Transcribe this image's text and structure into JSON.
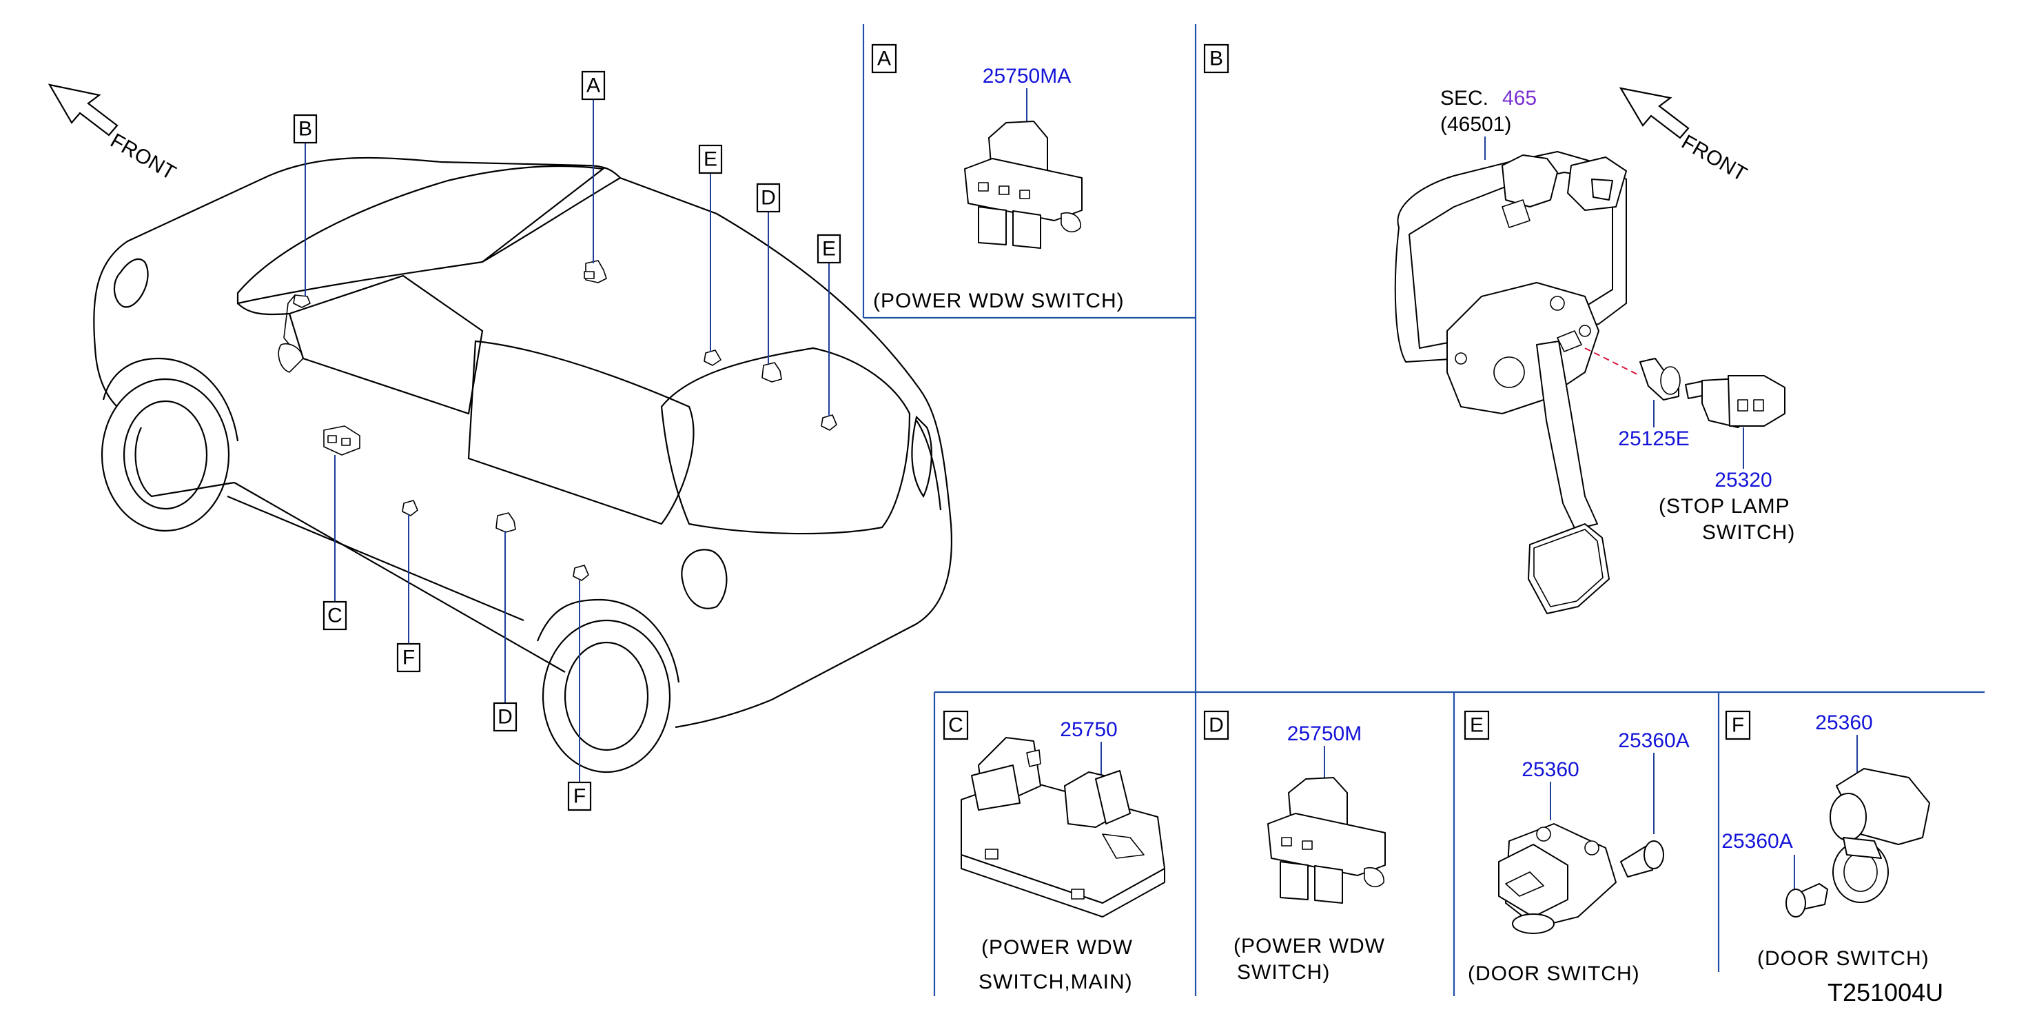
{
  "diagram": {
    "code": "T251004U",
    "front_label": "FRONT",
    "callouts": [
      "A",
      "B",
      "C",
      "D",
      "E",
      "F"
    ]
  },
  "panel_a": {
    "label": "A",
    "part_number": "25750MA",
    "caption": "(POWER   WDW   SWITCH)"
  },
  "panel_b": {
    "label": "B",
    "sec_prefix": "SEC.",
    "sec_number": "465",
    "sec_sub": "(46501)",
    "front_label": "FRONT",
    "part_1": "25125E",
    "part_2": "25320",
    "caption_line1": "(STOP   LAMP",
    "caption_line2": "SWITCH)"
  },
  "panel_c": {
    "label": "C",
    "part_number": "25750",
    "caption_line1": "(POWER   WDW",
    "caption_line2": "SWITCH,MAIN)"
  },
  "panel_d": {
    "label": "D",
    "part_number": "25750M",
    "caption_line1": "(POWER   WDW",
    "caption_line2": "SWITCH)"
  },
  "panel_e": {
    "label": "E",
    "part_1": "25360",
    "part_2": "25360A",
    "caption": "(DOOR   SWITCH)"
  },
  "panel_f": {
    "label": "F",
    "part_1": "25360",
    "part_2": "25360A",
    "caption": "(DOOR   SWITCH)"
  },
  "colors": {
    "part_number": "#1414d9",
    "section_ref": "#7a2fd0",
    "frame_lines": "#1f4fa6",
    "leader_lines": "#1f3f9a",
    "hidden_line": "#d9143a"
  }
}
